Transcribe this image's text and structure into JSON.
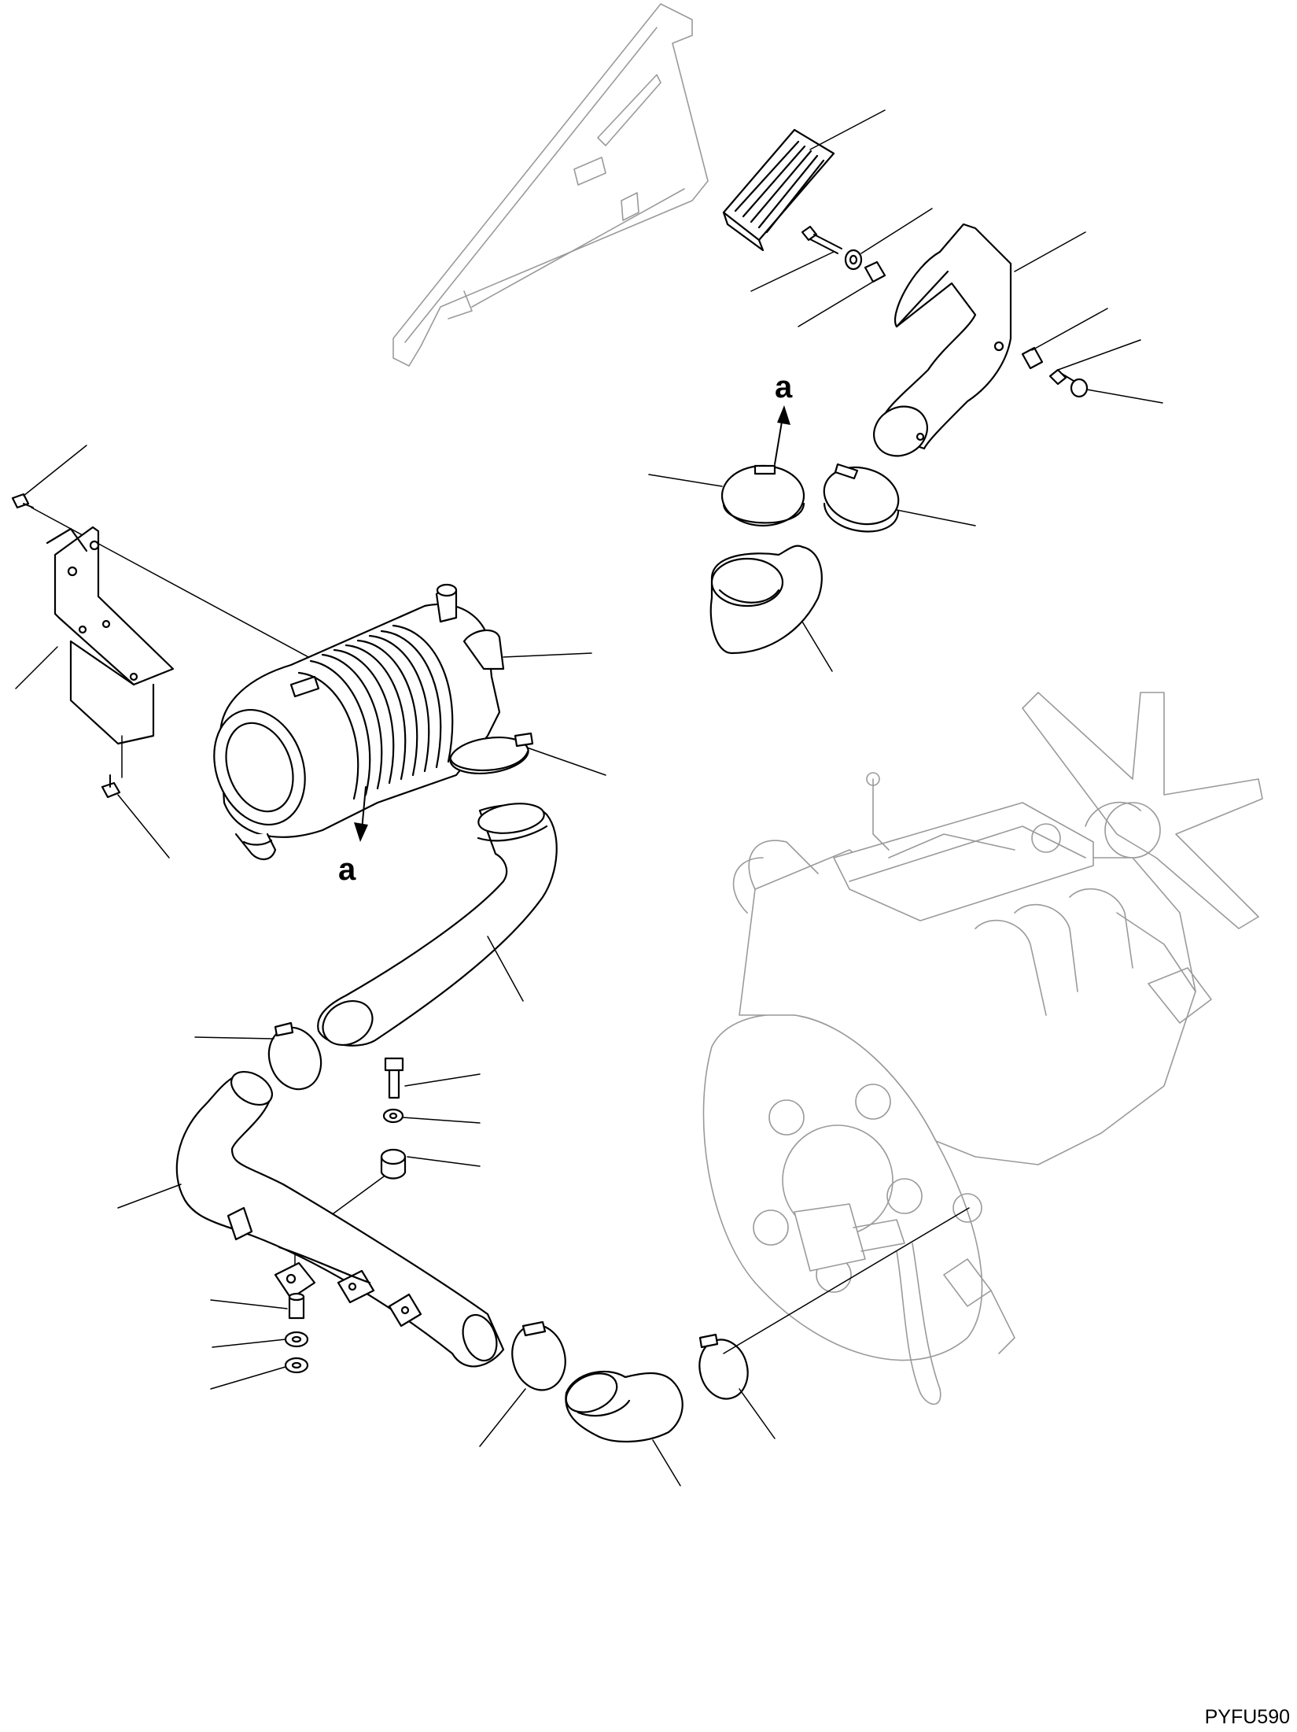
{
  "diagram": {
    "view_labels": [
      "a",
      "a"
    ],
    "drawing_code": "PYFU590"
  },
  "colors": {
    "line": "#000000",
    "ghost_line": "#9a9a9a",
    "background": "#ffffff"
  }
}
